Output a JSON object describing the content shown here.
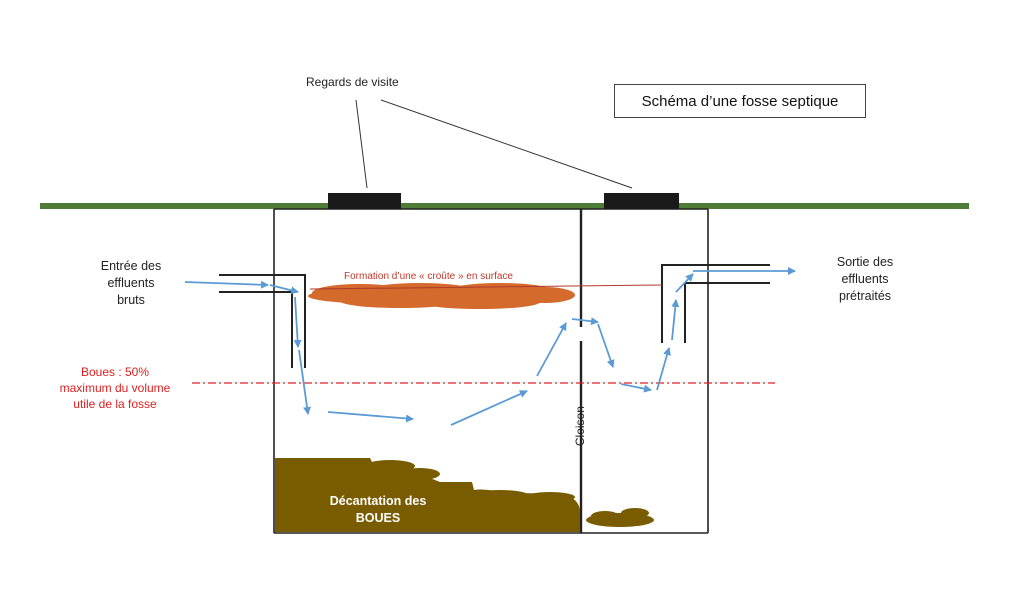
{
  "title": "Schéma d’une fosse septique",
  "labels": {
    "regards": "Regards de visite",
    "entree_l1": "Entrée des",
    "entree_l2": "effluents",
    "entree_l3": "bruts",
    "sortie_l1": "Sortie des",
    "sortie_l2": "effluents",
    "sortie_l3": "prétraités",
    "crust": "Formation d’une « croûte » en surface",
    "boues_l1": "Boues : 50%",
    "boues_l2": "maximum du volume",
    "boues_l3": "utile de la fosse",
    "cloison": "Cloison",
    "decant_l1": "Décantation des",
    "decant_l2": "BOUES"
  },
  "colors": {
    "ground": "#4e7b36",
    "hatch": "#1a1a1a",
    "tank_outline": "#222222",
    "crust": "#d46a2c",
    "sludge": "#7a5c00",
    "flow_arrow": "#5b9bd5",
    "sludge_limit": "#e02020",
    "title_border": "#444444"
  }
}
